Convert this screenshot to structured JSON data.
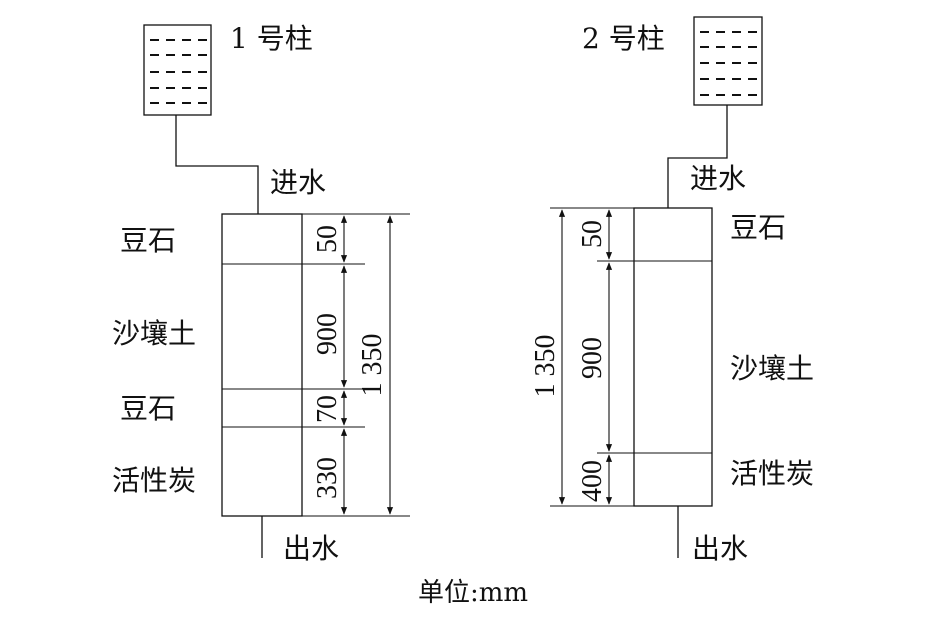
{
  "column1": {
    "title": "1 号柱",
    "inlet": "进水",
    "outlet": "出水",
    "layers": [
      {
        "name": "豆石",
        "thickness": "50"
      },
      {
        "name": "沙壤土",
        "thickness": "900"
      },
      {
        "name": "豆石",
        "thickness": "70"
      },
      {
        "name": "活性炭",
        "thickness": "330"
      }
    ],
    "total": "1 350"
  },
  "column2": {
    "title": "2 号柱",
    "inlet": "进水",
    "outlet": "出水",
    "layers": [
      {
        "name": "豆石",
        "thickness": "50"
      },
      {
        "name": "沙壤土",
        "thickness": "900"
      },
      {
        "name": "活性炭",
        "thickness": "400"
      }
    ],
    "total": "1 350"
  },
  "unit_label": "单位:mm"
}
